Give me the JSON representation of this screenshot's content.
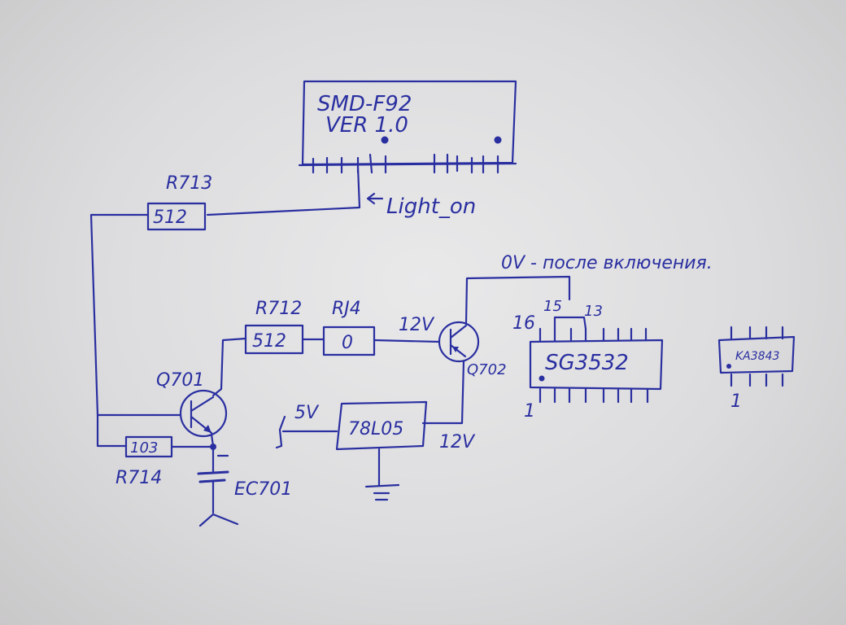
{
  "diagram": {
    "type": "hand-drawn circuit schematic",
    "ink_color": "#2a2fa0",
    "paper_color": "#e3e3e4",
    "modules": {
      "smd": {
        "line1": "SMD-F92",
        "line2": "VER 1.0"
      },
      "light_on_label": "Light_on",
      "note": "0V - после включения."
    },
    "resistors": [
      {
        "ref": "R713",
        "value": "512"
      },
      {
        "ref": "R712",
        "value": "512"
      },
      {
        "ref": "RJ4",
        "value": "0"
      },
      {
        "ref": "R714",
        "value": "103"
      }
    ],
    "transistors": [
      {
        "ref": "Q701"
      },
      {
        "ref": "Q702"
      }
    ],
    "capacitor": {
      "ref": "EC701"
    },
    "regulator": {
      "ref": "78L05",
      "in_label": "12V",
      "out_label": "5V"
    },
    "voltage_labels": {
      "base_q702": "12V"
    },
    "ic_sg3532": {
      "label": "SG3532",
      "pin1": "1",
      "pin13": "13",
      "pin15": "15",
      "pin16": "16"
    },
    "ic_ka3843": {
      "label": "KA3843",
      "pin1": "1"
    }
  }
}
